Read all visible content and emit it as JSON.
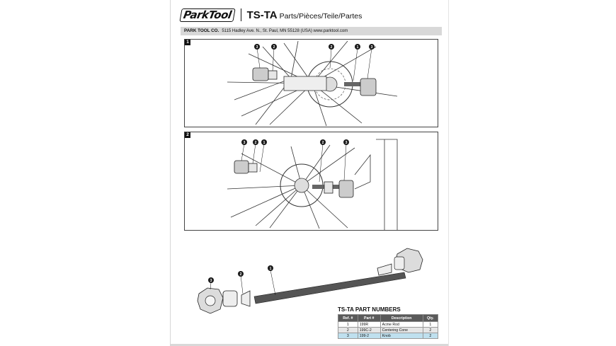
{
  "header": {
    "logo_text": "ParkTool",
    "title": "TS-TA",
    "subtitle": "Parts/Pièces/Teile/Partes"
  },
  "address_bar": {
    "company": "PARK TOOL CO.",
    "address": "5115 Hadley Ave. N., St. Paul, MN 55128 (USA)  www.parktool.com"
  },
  "figures": [
    {
      "number": "1",
      "callouts": [
        "3",
        "2",
        "2",
        "1",
        "3"
      ]
    },
    {
      "number": "2",
      "callouts": [
        "3",
        "2",
        "1",
        "2",
        "3"
      ]
    }
  ],
  "exploded_callouts": [
    "3",
    "2",
    "1"
  ],
  "parts_table": {
    "title": "TS-TA PART NUMBERS",
    "headers": [
      "Ref. #",
      "Part #",
      "Description",
      "Qty."
    ],
    "rows": [
      [
        "1",
        "199R",
        "Acme Rod",
        "1"
      ],
      [
        "2",
        "199C-2",
        "Centering Cone",
        "2"
      ],
      [
        "3",
        "199-2",
        "Knob",
        "2"
      ]
    ],
    "highlight_color": "#bfe0ee"
  }
}
